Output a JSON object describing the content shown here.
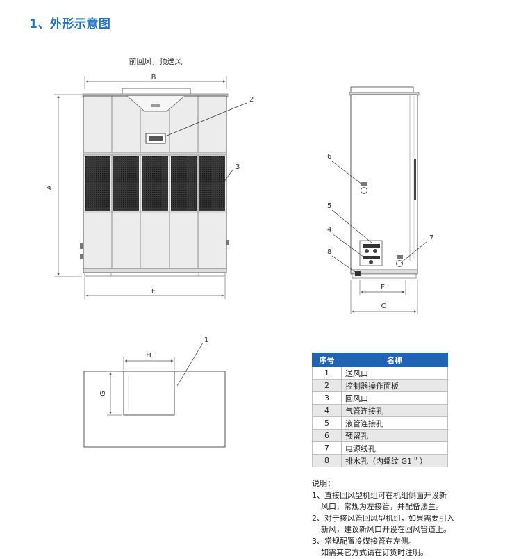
{
  "section_title": "1、外形示意图",
  "front_view": {
    "caption": "前回风，顶送风",
    "dim_A": "A",
    "dim_B": "B",
    "dim_E": "E"
  },
  "side_view": {
    "dim_C": "C",
    "dim_F": "F"
  },
  "top_view": {
    "dim_G": "G",
    "dim_H": "H"
  },
  "callouts": [
    "1",
    "2",
    "3",
    "4",
    "5",
    "6",
    "7",
    "8"
  ],
  "legend": {
    "header_num": "序号",
    "header_name": "名称",
    "rows": [
      {
        "num": "1",
        "name": "送风口"
      },
      {
        "num": "2",
        "name": "控制器操作面板"
      },
      {
        "num": "3",
        "name": "回风口"
      },
      {
        "num": "4",
        "name": "气管连接孔"
      },
      {
        "num": "5",
        "name": "液管连接孔"
      },
      {
        "num": "6",
        "name": "预留孔"
      },
      {
        "num": "7",
        "name": "电源线孔"
      },
      {
        "num": "8",
        "name": "排水孔（内螺纹 G1＂）"
      }
    ]
  },
  "notes": {
    "title": "说明：",
    "lines": [
      "1、直接回风型机组可在机组侧面开设新",
      "风口，常规为左接管，并配备法兰。",
      "2、对于接风管回风型机组，如果需要引入",
      "新风，建议新风口开设在回风管道上。",
      "3、常规配置冷媒接管在左侧。",
      "如需其它方式请在订货时注明。"
    ]
  }
}
